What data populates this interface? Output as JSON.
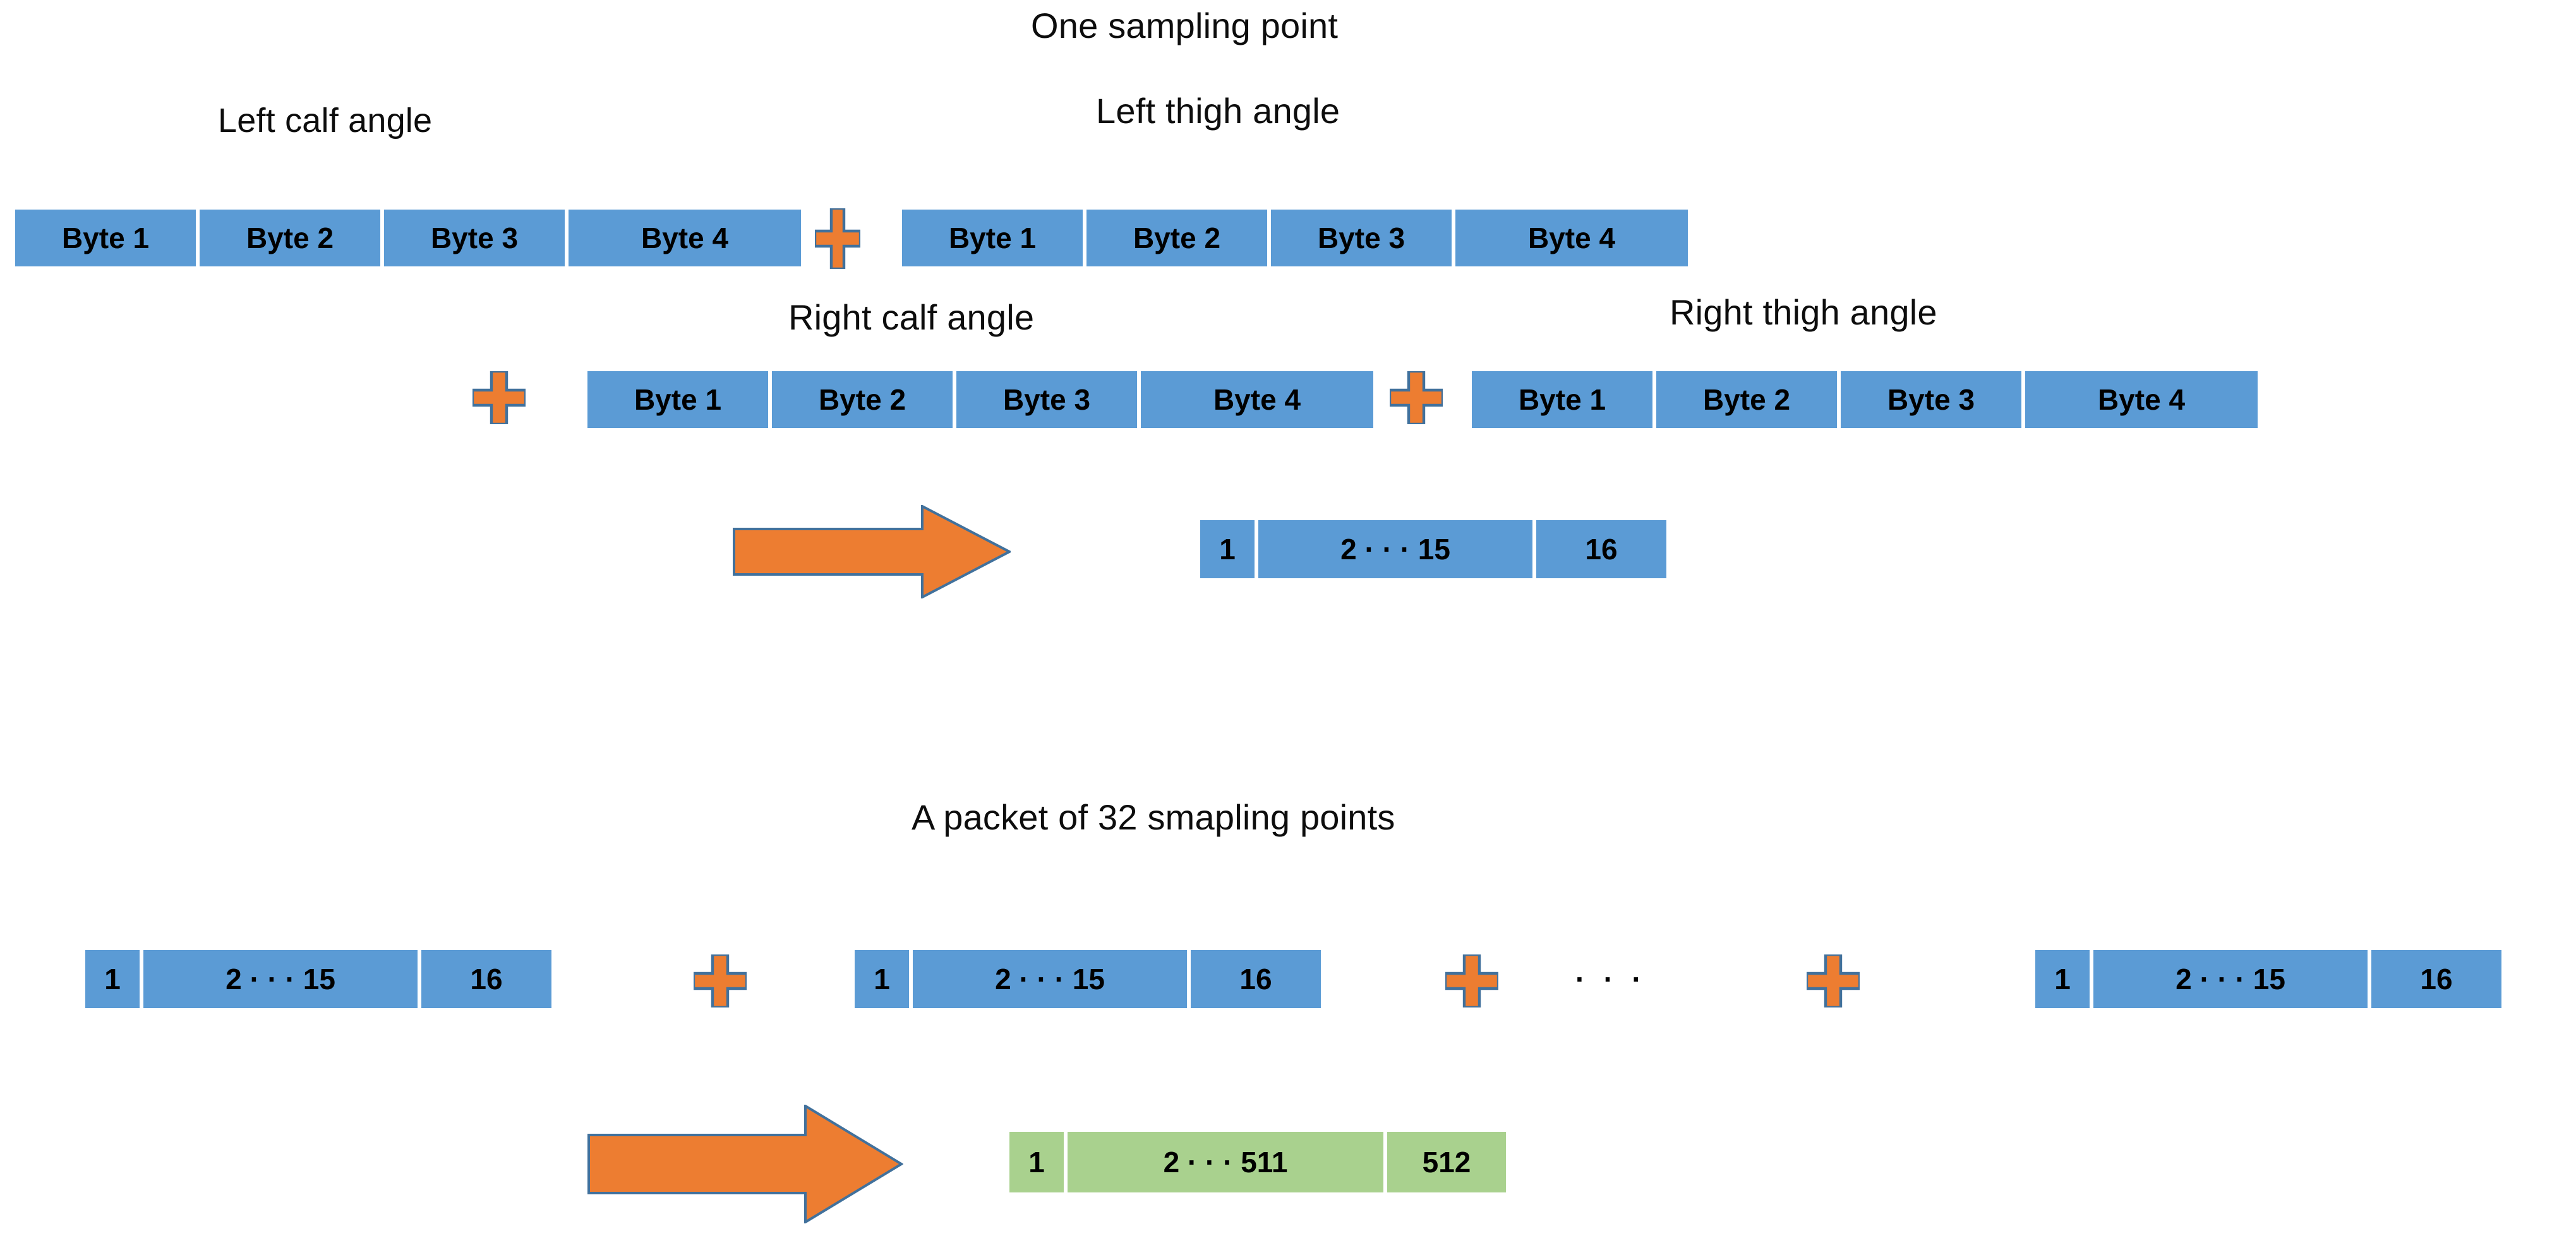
{
  "colors": {
    "block_blue": "#5B9BD5",
    "block_green": "#A9D18E",
    "accent_orange": "#ED7D31",
    "accent_outline_blue": "#41719C",
    "text": "#0D0D0D",
    "background": "#FFFFFF"
  },
  "section_one": {
    "title": "One sampling point",
    "labels": {
      "left_calf": "Left calf angle",
      "left_thigh": "Left thigh angle",
      "right_calf": "Right calf angle",
      "right_thigh": "Right thigh angle"
    },
    "byte_cells": [
      "Byte 1",
      "Byte 2",
      "Byte 3",
      "Byte 4"
    ],
    "operator": "+",
    "arrow": "right-arrow",
    "result_cells": [
      "1",
      "2 ·  ·  · 15",
      "16"
    ],
    "result_total": 16
  },
  "section_two": {
    "title": "A packet of 32 smapling points",
    "sample_cells": [
      "1",
      "2 ·  ·  · 15",
      "16"
    ],
    "operator": "+",
    "ellipsis": "·   ·   ·",
    "arrow": "right-arrow",
    "result_cells": [
      "1",
      "2 ·  ·  · 511",
      "512"
    ],
    "result_total": 512,
    "sample_count": 32
  }
}
